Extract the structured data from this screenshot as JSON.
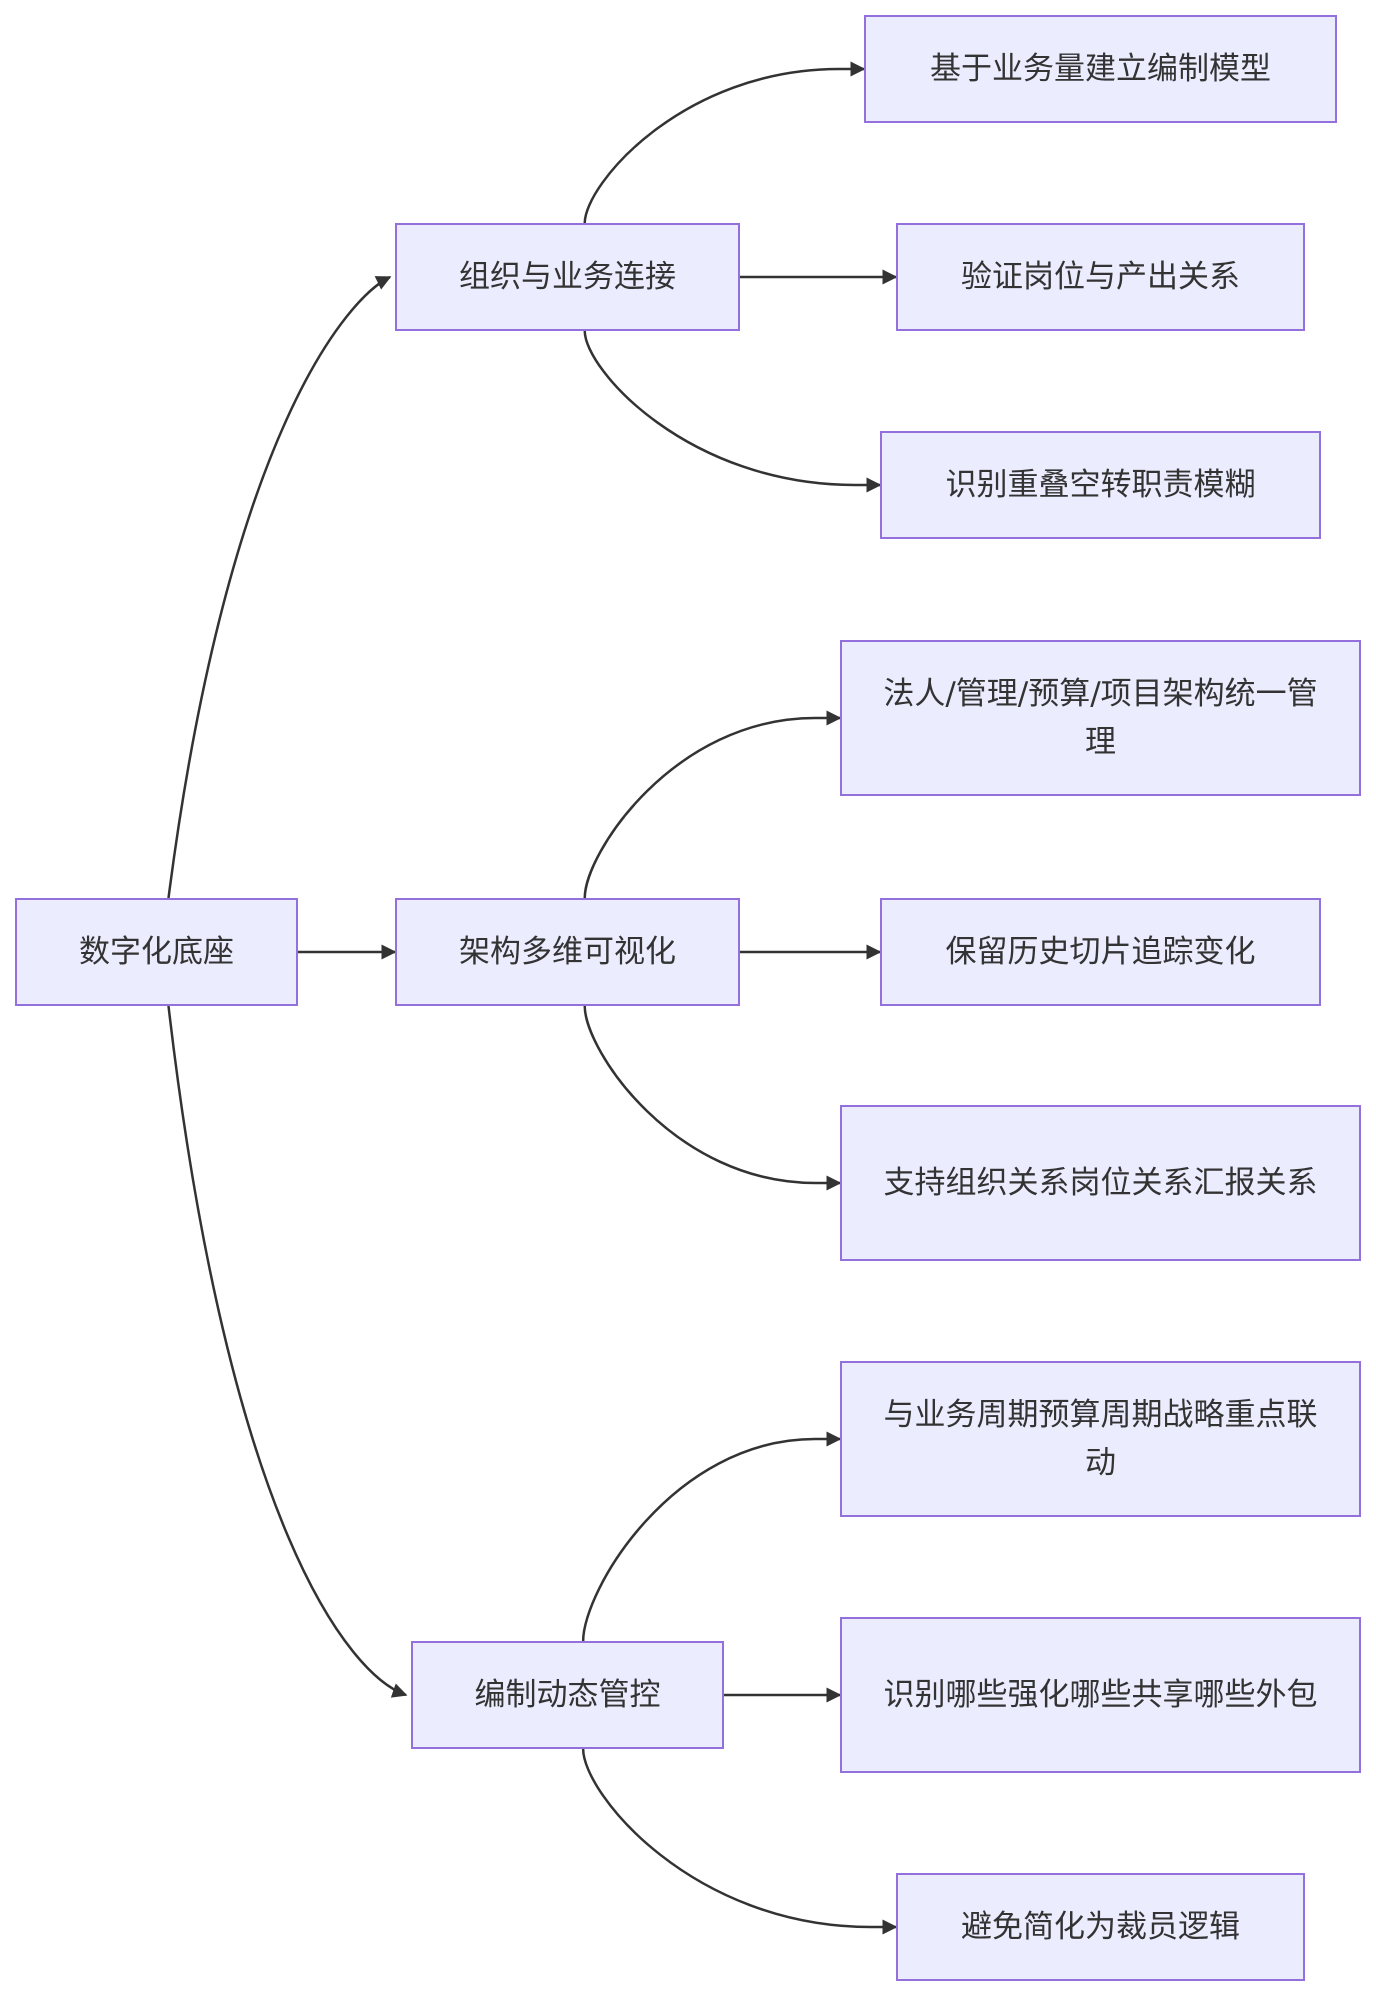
{
  "colors": {
    "node_fill": "#ececff",
    "node_border": "#9370db",
    "text": "#333333",
    "edge": "#333333"
  },
  "nodes": {
    "root": "数字化底座",
    "branch_1": "组织与业务连接",
    "branch_2": "架构多维可视化",
    "branch_3": "编制动态管控",
    "leaf_1_1": "基于业务量建立编制模型",
    "leaf_1_2": "验证岗位与产出关系",
    "leaf_1_3": "识别重叠空转职责模糊",
    "leaf_2_1": "法人/管理/预算/项目架构统一管理",
    "leaf_2_2": "保留历史切片追踪变化",
    "leaf_2_3": "支持组织关系岗位关系汇报关系",
    "leaf_3_1": "与业务周期预算周期战略重点联动",
    "leaf_3_2": "识别哪些强化哪些共享哪些外包",
    "leaf_3_3": "避免简化为裁员逻辑"
  },
  "edges": [
    {
      "from": "root",
      "to": "branch_1"
    },
    {
      "from": "root",
      "to": "branch_2"
    },
    {
      "from": "root",
      "to": "branch_3"
    },
    {
      "from": "branch_1",
      "to": "leaf_1_1"
    },
    {
      "from": "branch_1",
      "to": "leaf_1_2"
    },
    {
      "from": "branch_1",
      "to": "leaf_1_3"
    },
    {
      "from": "branch_2",
      "to": "leaf_2_1"
    },
    {
      "from": "branch_2",
      "to": "leaf_2_2"
    },
    {
      "from": "branch_2",
      "to": "leaf_2_3"
    },
    {
      "from": "branch_3",
      "to": "leaf_3_1"
    },
    {
      "from": "branch_3",
      "to": "leaf_3_2"
    },
    {
      "from": "branch_3",
      "to": "leaf_3_3"
    }
  ]
}
